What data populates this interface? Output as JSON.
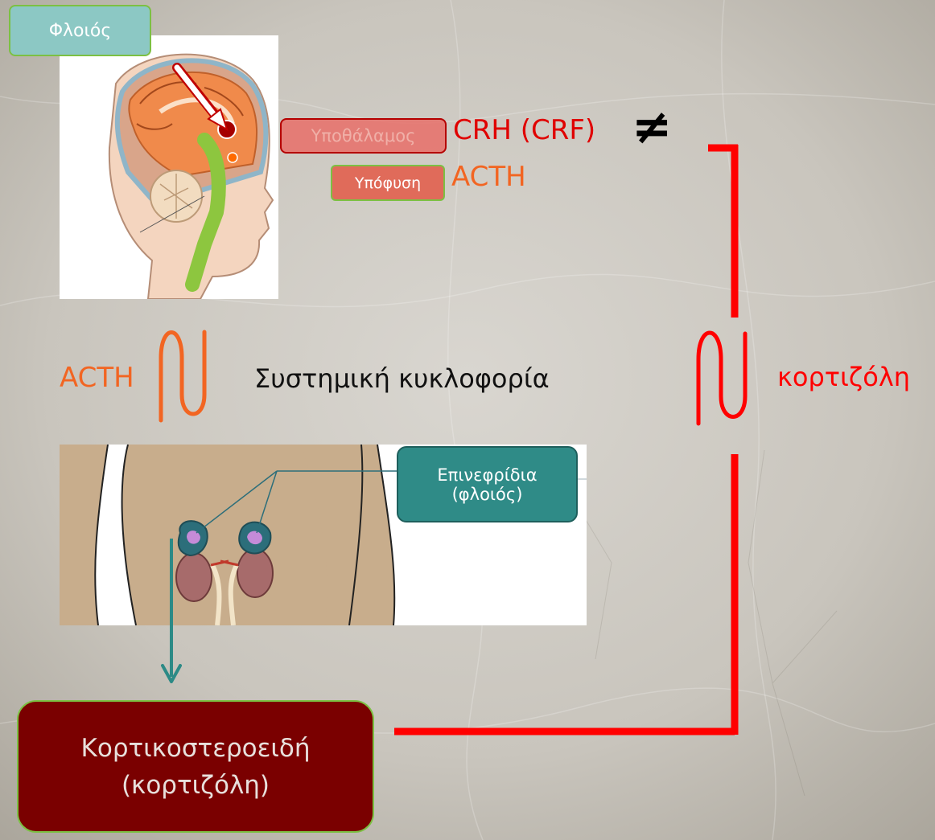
{
  "labels": {
    "cortex": "Φλοιός",
    "hypothalamus": "Υποθάλαμος",
    "crh": "CRH (CRF)",
    "not_equal": "≠",
    "pituitary": "Υπόφυση",
    "acth_top": "ACTH",
    "acth_left": "ACTH",
    "systemic": "Συστημική κυκλοφορία",
    "cortisol_right": "κορτιζόλη",
    "adrenal_line1": "Επινεφρίδια",
    "adrenal_line2": "(φλοιός)",
    "corticosteroids_line1": "Κορτικοστεροειδή",
    "corticosteroids_line2": "(κορτιζόλη)"
  },
  "colors": {
    "feedback_red": "#ff0000",
    "acth_orange": "#f26522",
    "crh_red": "#e00000",
    "cortex_box": "#8cc8c4",
    "adrenal_box": "#2f8b87",
    "steroid_box": "#7a0000",
    "hypothalamus_box": "#e8807a",
    "pituitary_box": "#e06b5a",
    "arrow_teal": "#2c8a86"
  }
}
